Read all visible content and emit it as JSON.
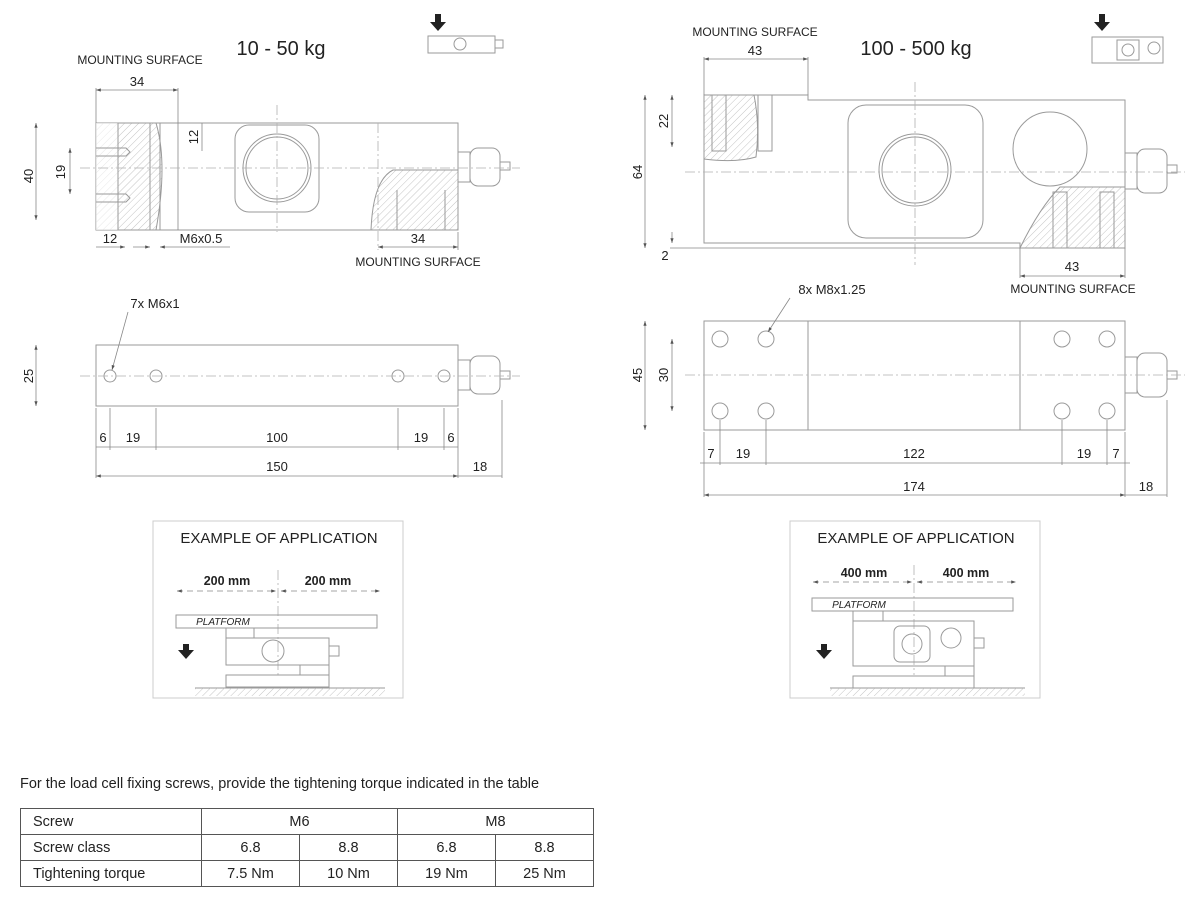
{
  "left_model": {
    "title": "10 - 50 kg",
    "top_view": {
      "mounting_surface_top": "MOUNTING SURFACE",
      "dim_top": "34",
      "dim_height": "40",
      "dim_hole_spacing": "19",
      "dim_thread_depth": "12",
      "dim_bottom_left": "12",
      "thread_label": "M6x0.5",
      "dim_bottom_right": "34",
      "mounting_surface_bottom": "MOUNTING SURFACE"
    },
    "plan_view": {
      "holes_label": "7x M6x1",
      "dim_width": "25",
      "dims": [
        "6",
        "19",
        "100",
        "19",
        "6"
      ],
      "dim_total": "150",
      "dim_connector": "18"
    },
    "example": {
      "title": "EXAMPLE OF APPLICATION",
      "left_distance": "200 mm",
      "right_distance": "200 mm",
      "platform_label": "PLATFORM"
    }
  },
  "right_model": {
    "title": "100 - 500 kg",
    "top_view": {
      "mounting_surface_top": "MOUNTING SURFACE",
      "dim_top": "43",
      "dim_thread_depth": "22",
      "dim_height": "64",
      "dim_gap": "2",
      "dim_bottom_right": "43",
      "mounting_surface_bottom": "MOUNTING SURFACE"
    },
    "plan_view": {
      "holes_label": "8x M8x1.25",
      "dim_width": "45",
      "dim_hole_spacing": "30",
      "dims": [
        "7",
        "19",
        "122",
        "19",
        "7"
      ],
      "dim_total": "174",
      "dim_connector": "18"
    },
    "example": {
      "title": "EXAMPLE OF APPLICATION",
      "left_distance": "400 mm",
      "right_distance": "400 mm",
      "platform_label": "PLATFORM"
    }
  },
  "torque_table": {
    "caption": "For the load cell fixing screws, provide the tightening torque indicated in the table",
    "rows": [
      {
        "label": "Screw",
        "cells": [
          "M6",
          "M8"
        ]
      },
      {
        "label": "Screw class",
        "cells": [
          "6.8",
          "8.8",
          "6.8",
          "8.8"
        ]
      },
      {
        "label": "Tightening torque",
        "cells": [
          "7.5 Nm",
          "10 Nm",
          "19 Nm",
          "25 Nm"
        ]
      }
    ]
  }
}
